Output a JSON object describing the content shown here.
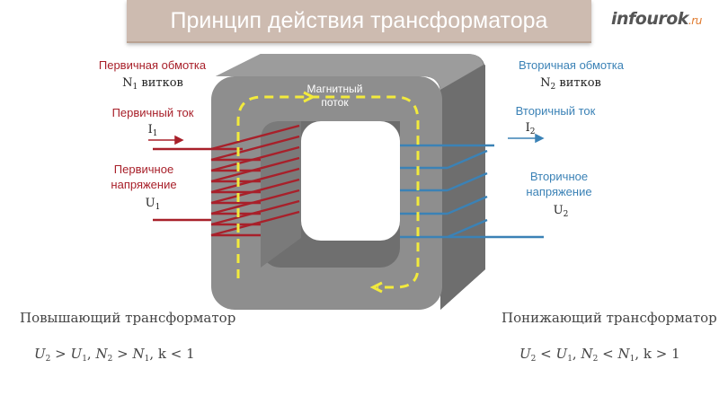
{
  "title": "Принцип действия трансформатора",
  "logo": {
    "name": "infourok",
    "suffix": ".ru"
  },
  "primary": {
    "winding_label": "Первичная обмотка",
    "turns_symbol": "N",
    "turns_sub": "1",
    "turns_word": "витков",
    "current_label": "Первичный ток",
    "current_symbol": "I",
    "current_sub": "1",
    "voltage_label_1": "Первичное",
    "voltage_label_2": "напряжение",
    "voltage_symbol": "U",
    "voltage_sub": "1"
  },
  "secondary": {
    "winding_label": "Вторичная обмотка",
    "turns_symbol": "N",
    "turns_sub": "2",
    "turns_word": "витков",
    "current_label": "Вторичный ток",
    "current_symbol": "I",
    "current_sub": "2",
    "voltage_label_1": "Вторичное",
    "voltage_label_2": "напряжение",
    "voltage_symbol": "U",
    "voltage_sub": "2"
  },
  "flux": {
    "line1": "Магнитный",
    "line2": "поток"
  },
  "step_up": {
    "label": "Повышающий трансформатор",
    "formula": {
      "u_rel": ">",
      "n_rel": ">",
      "k_rel": "<",
      "k_value": "1"
    }
  },
  "step_down": {
    "label": "Понижающий трансформатор",
    "formula": {
      "u_rel": "<",
      "n_rel": "<",
      "k_rel": ">",
      "k_value": "1"
    }
  },
  "colors": {
    "primary": "#a8202a",
    "secondary": "#3b82b6",
    "core": "#8f8f8f",
    "flux": "#f2ea3c"
  }
}
